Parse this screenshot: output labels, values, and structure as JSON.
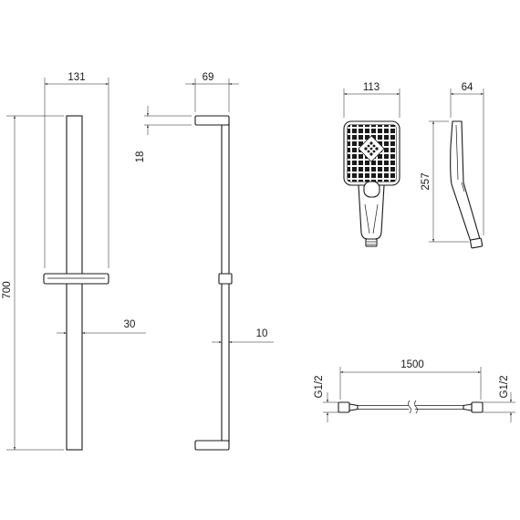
{
  "dimensions": {
    "bar_width": "131",
    "bar_height": "700",
    "bar_diameter": "30",
    "bracket_depth": "69",
    "bracket_thickness": "18",
    "rail_offset": "10",
    "head_width": "113",
    "head_length": "257",
    "head_depth": "64",
    "hose_length": "1500",
    "thread_left": "G1/2",
    "thread_right": "G1/2"
  }
}
